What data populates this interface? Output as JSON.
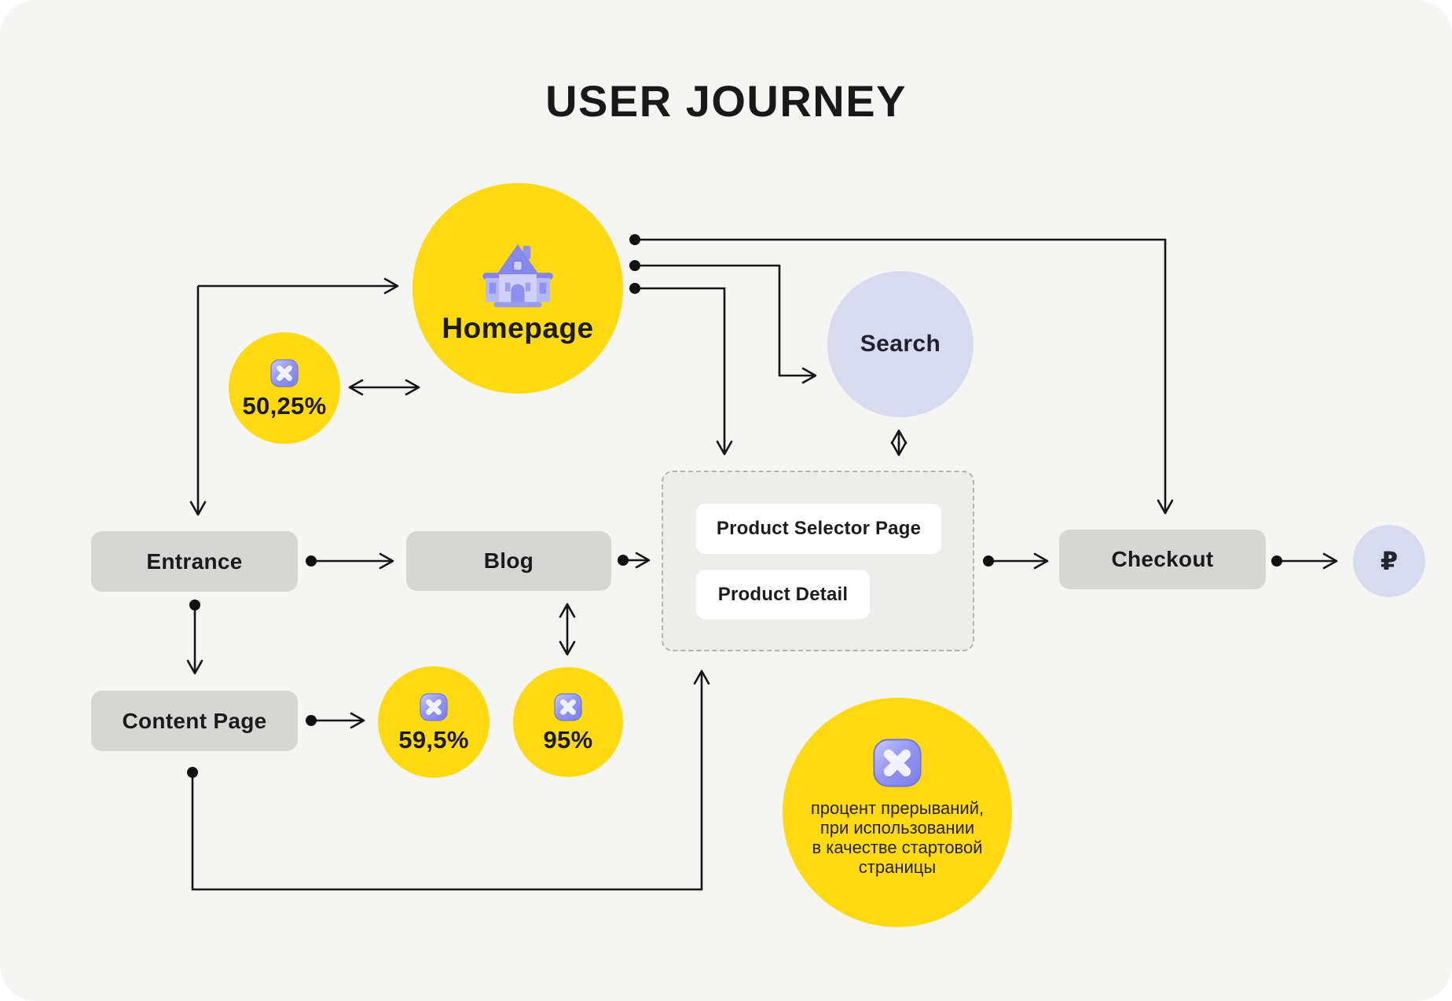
{
  "title": "USER JOURNEY",
  "colors": {
    "canvas_background": "#F5F5F4",
    "node_yellow": "#FFD911",
    "node_lavender": "#D8DAEF",
    "node_gray": "#D6D6D4",
    "panel_gray": "#EDEDEB",
    "card_white": "#FFFFFF",
    "text_dark": "#1C1C1C",
    "connector_black": "#161616",
    "icon_purple": "#8486EE"
  },
  "nodes": {
    "homepage": {
      "label": "Homepage",
      "icon": "house-3d-icon"
    },
    "bounce_homepage": {
      "value": "50,25%",
      "icon": "x-mark-icon"
    },
    "search": {
      "label": "Search"
    },
    "entrance": {
      "label": "Entrance"
    },
    "blog": {
      "label": "Blog"
    },
    "content_page": {
      "label": "Content Page"
    },
    "product_group": {
      "items": [
        {
          "label": "Product Selector Page"
        },
        {
          "label": "Product Detail"
        }
      ]
    },
    "checkout": {
      "label": "Checkout"
    },
    "payment": {
      "symbol": "₽"
    },
    "bounce_content": {
      "value": "59,5%",
      "icon": "x-mark-icon"
    },
    "bounce_blog": {
      "value": "95%",
      "icon": "x-mark-icon"
    },
    "legend": {
      "icon": "x-mark-icon",
      "lines": [
        "процент прерываний,",
        "при использовании",
        "в качестве стартовой",
        "страницы"
      ]
    }
  }
}
